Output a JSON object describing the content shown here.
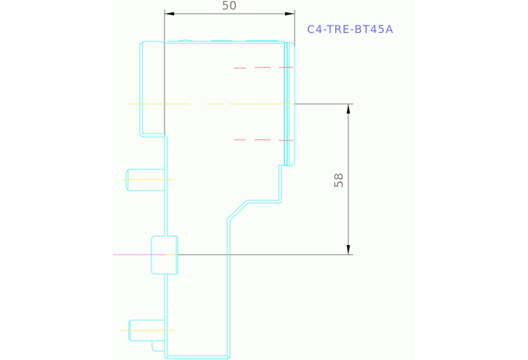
{
  "drawing": {
    "part_label": "C4-TRE-BT45A",
    "dimensions": {
      "horizontal": {
        "value": "50",
        "orientation": "horizontal",
        "position": "top"
      },
      "vertical": {
        "value": "58",
        "orientation": "vertical",
        "position": "right"
      }
    },
    "colors": {
      "outline": "#66f0f0",
      "centerline": "#f0f07a",
      "hidden_line": "#f08080",
      "axis_line": "#ee88ee",
      "dimension_line": "#6f7575",
      "label_text": "#6e70e6",
      "paper": "#fbfdf9"
    }
  }
}
